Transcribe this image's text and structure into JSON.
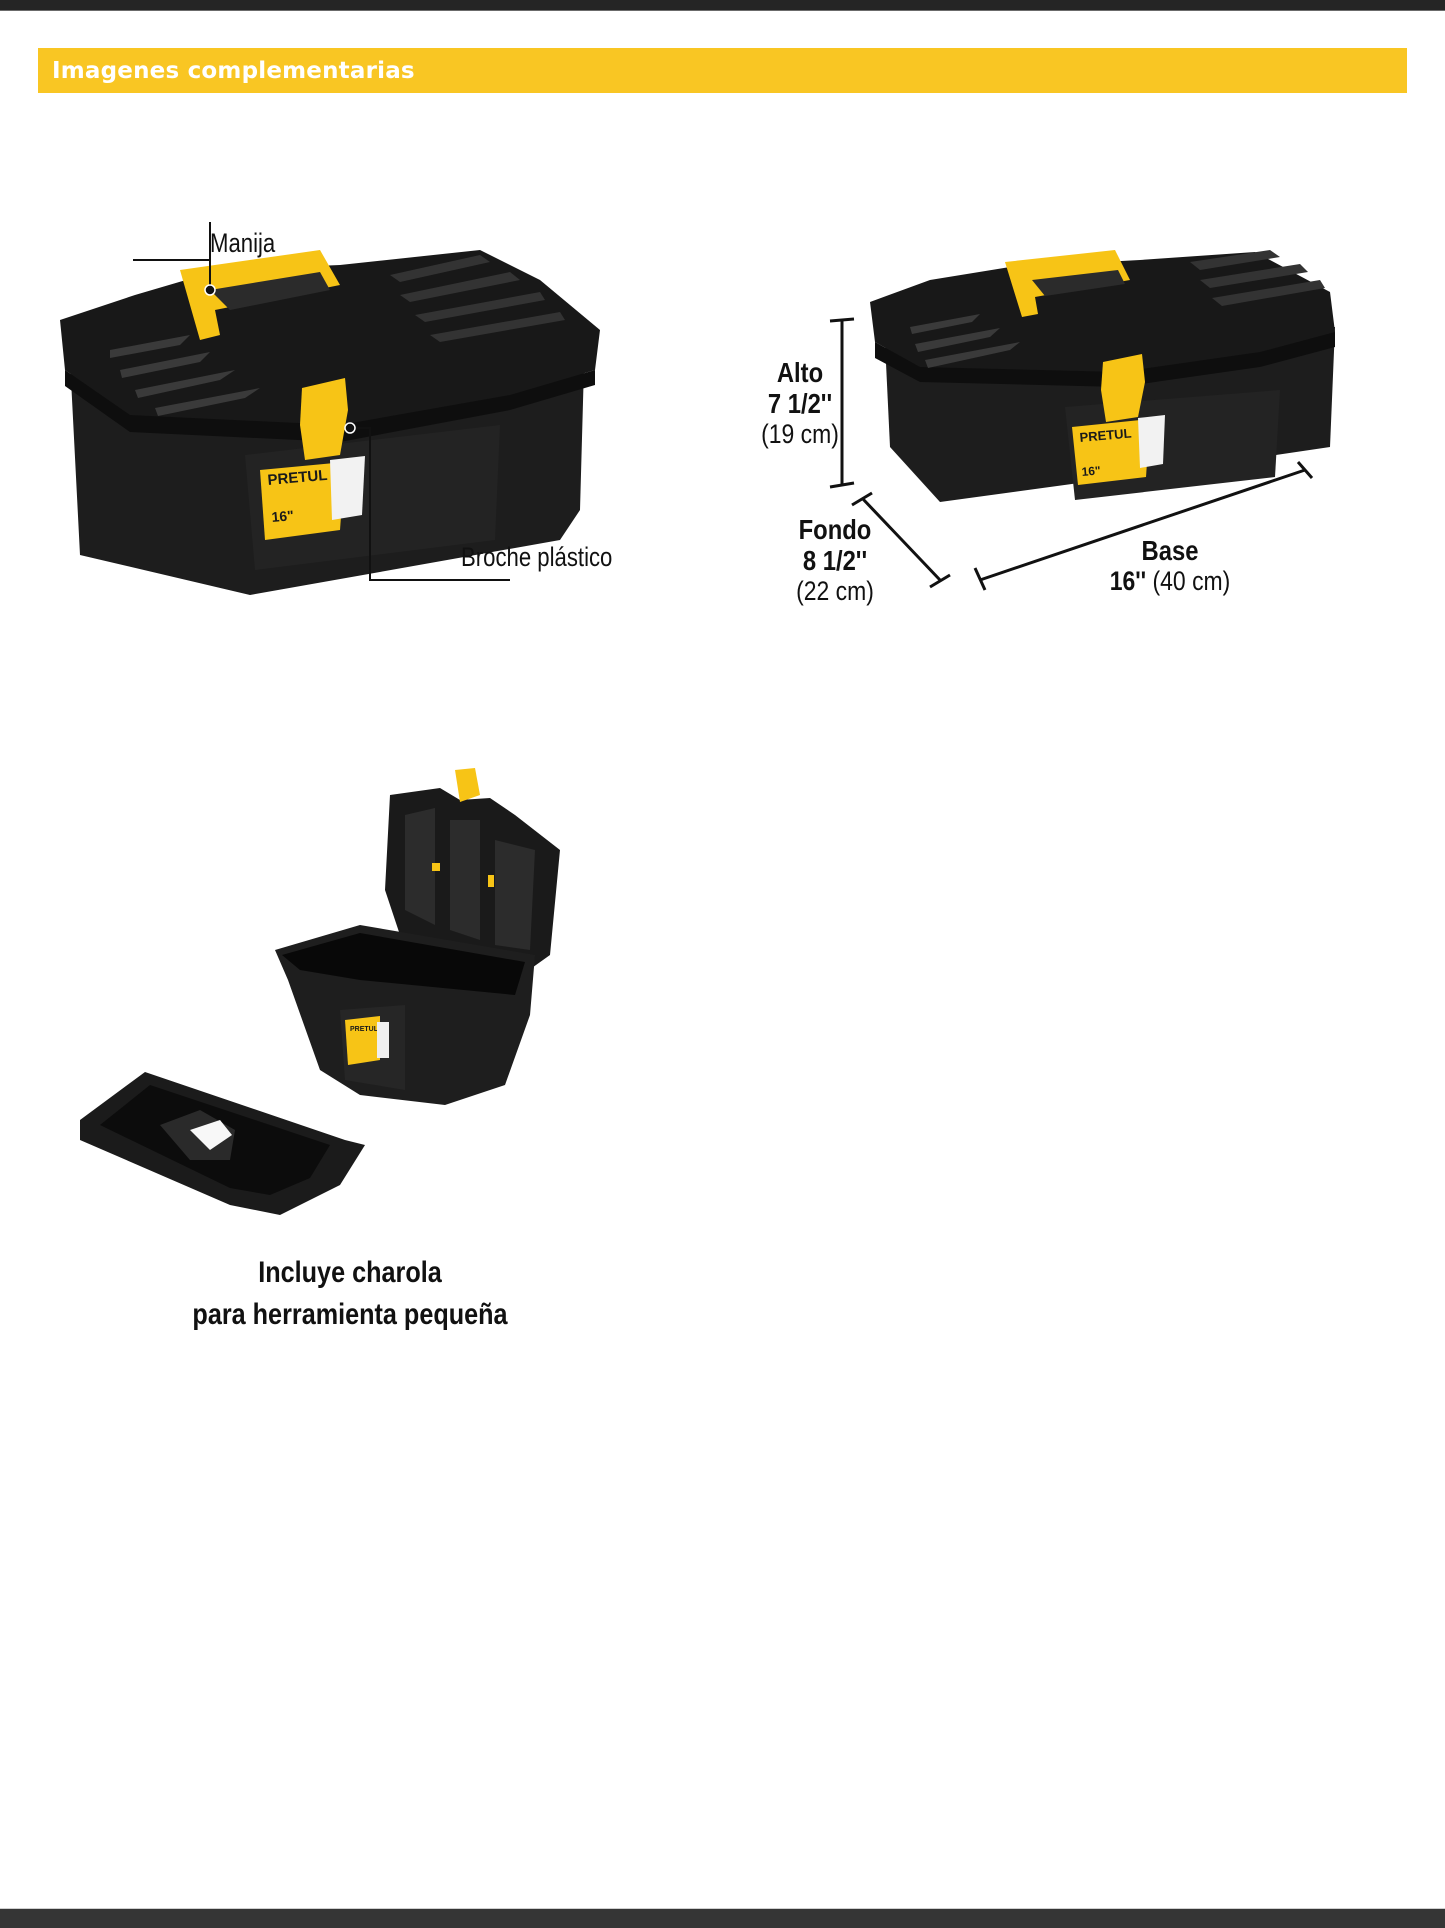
{
  "section": {
    "title": "Imagenes complementarias",
    "banner_color": "#f9c623"
  },
  "figure_1": {
    "alt": "Closed black toolbox with yellow handle and latch",
    "brand_label": "PRETUL",
    "size_label": "16\"",
    "callouts": {
      "handle": "Manija",
      "latch": "Broche plástico"
    }
  },
  "figure_2": {
    "alt": "Closed toolbox with dimensions",
    "brand_label": "PRETUL",
    "size_label": "16\"",
    "dimensions": {
      "height": {
        "label": "Alto",
        "imperial": "7 1/2''",
        "metric": "(19 cm)"
      },
      "depth": {
        "label": "Fondo",
        "imperial": "8 1/2''",
        "metric": "(22 cm)"
      },
      "base": {
        "label": "Base",
        "imperial": "16''",
        "metric": "(40 cm)"
      }
    }
  },
  "figure_3": {
    "alt": "Open toolbox with removable tray",
    "brand_label": "PRETUL",
    "caption_line1": "Incluye charola",
    "caption_line2": "para herramienta pequeña"
  },
  "colors": {
    "plastic_black": "#1c1c1c",
    "accent_yellow": "#f9c623",
    "top_bar": "#252525",
    "bottom_bar": "#353535"
  }
}
